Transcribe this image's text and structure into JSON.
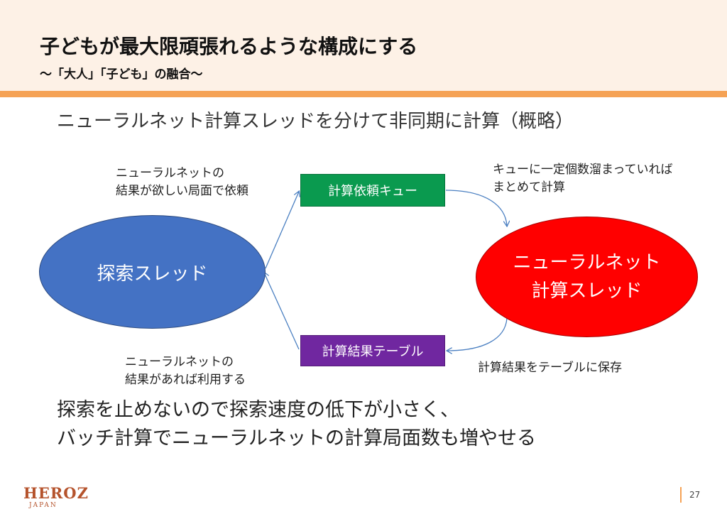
{
  "slide": {
    "title": "子どもが最大限頑張れるような構成にする",
    "subtitle": "〜「大人」「子ども」の融合〜",
    "section_heading": "ニューラルネット計算スレッドを分けて非同期に計算（概略）"
  },
  "diagram": {
    "search_thread": "探索スレッド",
    "nn_thread_line1": "ニューラルネット",
    "nn_thread_line2": "計算スレッド",
    "queue_box": "計算依頼キュー",
    "table_box": "計算結果テーブル",
    "note_request_line1": "ニューラルネットの",
    "note_request_line2": "結果が欲しい局面で依頼",
    "note_batch_line1": "キューに一定個数溜まっていれば",
    "note_batch_line2": "まとめて計算",
    "note_use_line1": "ニューラルネットの",
    "note_use_line2": "結果があれば利用する",
    "note_save": "計算結果をテーブルに保存",
    "colors": {
      "search_thread": "#4472c4",
      "nn_thread": "#ff0000",
      "queue_box": "#0a9a4f",
      "table_box": "#7027a0",
      "arrow": "#4a7fc1"
    }
  },
  "conclusion": {
    "line1": "探索を止めないので探索速度の低下が小さく、",
    "line2": "バッチ計算でニューラルネットの計算局面数も増やせる"
  },
  "footer": {
    "logo": "HEROZ",
    "logo_sub": "JAPAN",
    "page_number": "27"
  },
  "theme": {
    "header_background": "#fdf1e6",
    "header_accent": "#f5a255"
  }
}
